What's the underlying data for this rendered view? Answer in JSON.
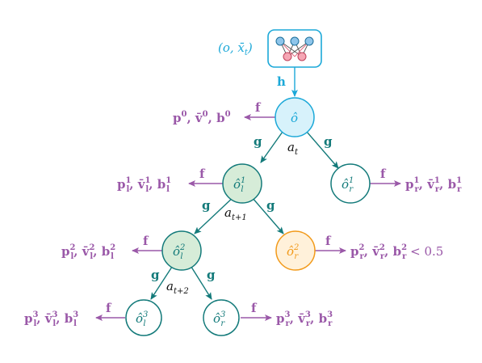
{
  "colors": {
    "teal": "#137a7a",
    "cyan": "#1ba8d8",
    "purple": "#9a58a8",
    "orange": "#f29a1a",
    "root_fill": "#d7f2fb",
    "green_fill": "#d6ecd8",
    "orange_fill": "#fff1da",
    "net_top": "#8ec5ea",
    "net_bottom": "#f5a6b4",
    "net_edge_red": "#e0506a",
    "black": "#111111"
  },
  "encoder": {
    "input": "(o, x̄",
    "input_sub": "t",
    "input_close": ")",
    "icon": "neural-network-icon",
    "edge_label": "h"
  },
  "nodes": {
    "root": {
      "base": "ô",
      "sup": "",
      "sub": ""
    },
    "l1": {
      "base": "ô",
      "sup": "1",
      "sub": "l"
    },
    "r1": {
      "base": "ô",
      "sup": "1",
      "sub": "r"
    },
    "l2": {
      "base": "ô",
      "sup": "2",
      "sub": "l"
    },
    "r2": {
      "base": "ô",
      "sup": "2",
      "sub": "r"
    },
    "l3": {
      "base": "ô",
      "sup": "3",
      "sub": "l"
    },
    "r3": {
      "base": "ô",
      "sup": "3",
      "sub": "r"
    }
  },
  "actions": {
    "a0": {
      "base": "a",
      "sub": "t"
    },
    "a1": {
      "base": "a",
      "sub": "t+1"
    },
    "a2": {
      "base": "a",
      "sub": "t+2"
    }
  },
  "edge_labels": {
    "f": "f",
    "g": "g"
  },
  "outputs": {
    "root": {
      "p": "p",
      "v": "v̄",
      "b": "b",
      "sup": "0",
      "sub": "",
      "suffix": ""
    },
    "l1": {
      "p": "p",
      "v": "v̄",
      "b": "b",
      "sup": "1",
      "sub": "l",
      "suffix": ""
    },
    "r1": {
      "p": "p",
      "v": "v̄",
      "b": "b",
      "sup": "1",
      "sub": "r",
      "suffix": ""
    },
    "l2": {
      "p": "p",
      "v": "v̄",
      "b": "b",
      "sup": "2",
      "sub": "l",
      "suffix": ""
    },
    "r2": {
      "p": "p",
      "v": "v̄",
      "b": "b",
      "sup": "2",
      "sub": "r",
      "suffix": " < 0.5"
    },
    "l3": {
      "p": "p",
      "v": "v̄",
      "b": "b",
      "sup": "3",
      "sub": "l",
      "suffix": ""
    },
    "r3": {
      "p": "p",
      "v": "v̄",
      "b": "b",
      "sup": "3",
      "sub": "r",
      "suffix": ""
    }
  }
}
